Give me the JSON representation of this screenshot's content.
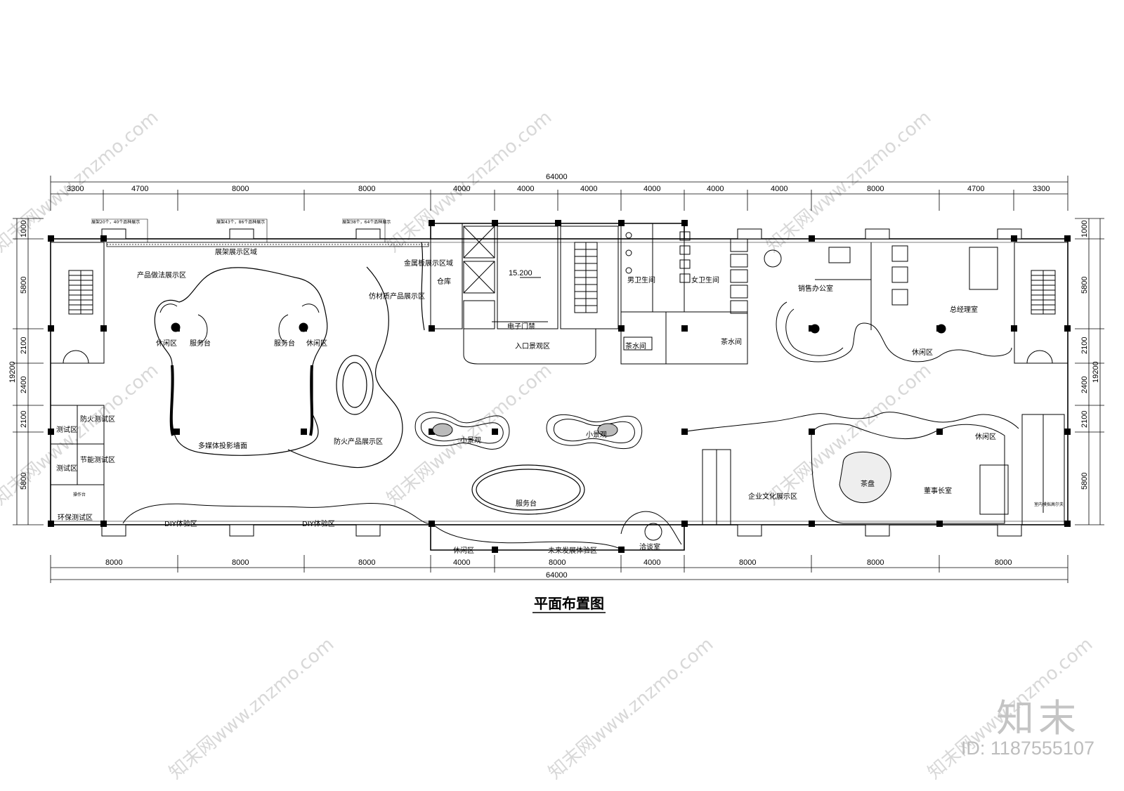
{
  "drawing": {
    "title": "平面布置图",
    "elevation_mark": "15.200"
  },
  "dimensions": {
    "overall_width": "64000",
    "overall_depth": "19200",
    "top_segments": [
      "3300",
      "4700",
      "8000",
      "8000",
      "4000",
      "4000",
      "4000",
      "4000",
      "4000",
      "4000",
      "8000",
      "4700",
      "3300"
    ],
    "bottom_segments": [
      "8000",
      "8000",
      "8000",
      "4000",
      "8000",
      "4000",
      "8000",
      "8000",
      "8000"
    ],
    "side_segments": [
      "1000",
      "5800",
      "2100",
      "2400",
      "2100",
      "5800"
    ]
  },
  "display_notes": {
    "left": "展架20个，40个品种展示",
    "center": "展架43个，86个品种展示",
    "right": "展架38个，64个品种展示"
  },
  "rooms": {
    "rack_display": "展架展示区域",
    "product_method": "产品做法展示区",
    "lounge_left": "休闲区",
    "service_left": "服务台",
    "service_right": "服务台",
    "lounge_right": "休闲区",
    "imitation_material": "仿材质产品展示区",
    "metal_panel": "金属板展示区域",
    "warehouse": "仓库",
    "electronic_door": "电子门禁",
    "entrance_landscape": "入口景观区",
    "mens_restroom": "男卫生间",
    "womens_restroom": "女卫生间",
    "tea_room_small": "茶水间",
    "tea_room": "茶水间",
    "sales_office": "销售办公室",
    "gm_office": "总经理室",
    "lounge_east": "休闲区",
    "multimedia_wall": "多媒体投影墙面",
    "fireproof_display": "防火产品展示区",
    "landscape_left": "小景观",
    "landscape_right": "小景观",
    "service_center": "服务台",
    "test_1": "测试区",
    "fire_test": "防火测试区",
    "test_2": "测试区",
    "energy_test": "节能测试区",
    "operation": "操作台",
    "eco_test": "环保测试区",
    "diy_left": "DIY体验区",
    "diy_right": "DIY体验区",
    "lounge_bottom": "休闲区",
    "future_zone": "未来发展体验区",
    "negotiation": "洽谈室",
    "corporate_culture": "企业文化展示区",
    "tea_table": "茶盘",
    "chairman_office": "董事长室",
    "lounge_chairman": "休闲区",
    "indoor_golf": "室内模拟高尔夫"
  },
  "watermark": {
    "text": "知末网www.znzmo.com",
    "brand": "知末",
    "id_label": "ID: 1187555107"
  }
}
